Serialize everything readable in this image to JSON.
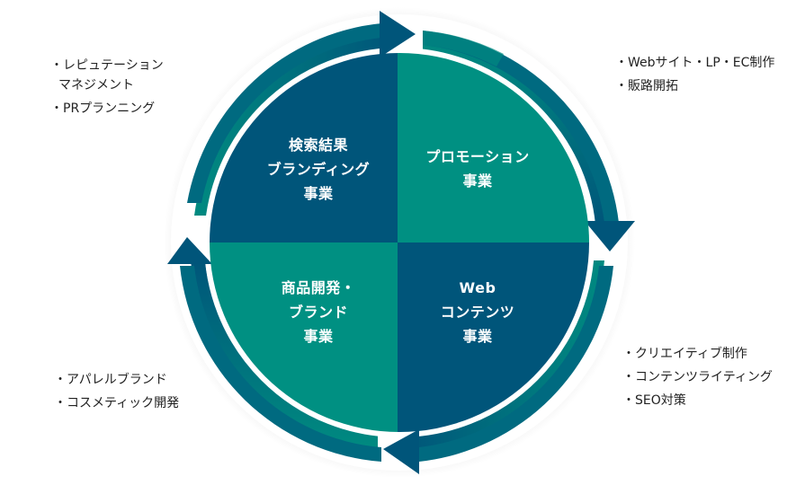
{
  "colors": {
    "navy": "#00557a",
    "teal": "#009082",
    "ring_gradient_start": "#005a7c",
    "ring_gradient_end": "#008a80",
    "text_dark": "#222222",
    "text_light": "#ffffff"
  },
  "quadrants": [
    {
      "id": "top-left",
      "lines": [
        "検索結果",
        "ブランディング",
        "事業"
      ],
      "color": "navy"
    },
    {
      "id": "top-right",
      "lines": [
        "プロモーション",
        "事業"
      ],
      "color": "teal"
    },
    {
      "id": "bottom-left",
      "lines": [
        "商品開発・",
        "ブランド",
        "事業"
      ],
      "color": "teal"
    },
    {
      "id": "bottom-right",
      "lines": [
        "Web",
        "コンテンツ",
        "事業"
      ],
      "color": "navy"
    }
  ],
  "notes": {
    "top_left": {
      "items": [
        {
          "text": "・レピュテーション",
          "cont": "マネジメント"
        },
        {
          "text": "・PRプランニング"
        }
      ]
    },
    "top_right": {
      "items": [
        {
          "text": "・Webサイト・LP・EC制作"
        },
        {
          "text": "・販路開拓"
        }
      ]
    },
    "bottom_right": {
      "items": [
        {
          "text": "・クリエイティブ制作"
        },
        {
          "text": "・コンテンツライティング"
        },
        {
          "text": "・SEO対策"
        }
      ]
    },
    "bottom_left": {
      "items": [
        {
          "text": "・アパレルブランド"
        },
        {
          "text": "・コスメティック開発"
        }
      ]
    }
  },
  "arrows": [
    {
      "position": "top",
      "direction": "right"
    },
    {
      "position": "right",
      "direction": "down"
    },
    {
      "position": "bottom",
      "direction": "left"
    },
    {
      "position": "left",
      "direction": "up"
    }
  ]
}
